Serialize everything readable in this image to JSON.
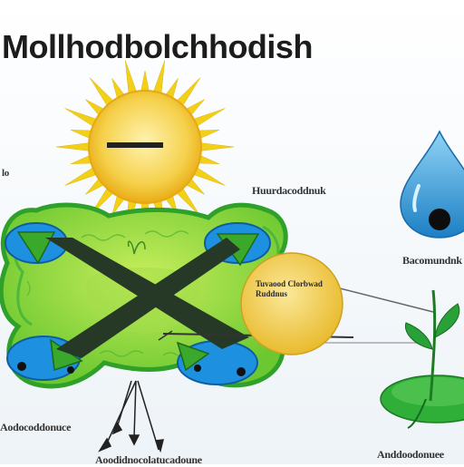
{
  "title": "Mollhodbolchhodish",
  "labels": {
    "top_center": "Huurdacoddnuk",
    "right_mid": "Bacomundnk",
    "left_edge": "lo",
    "bottom_left": "Aodocoddonuce",
    "bottom_center": "Aoodidnocolatucadoune",
    "bottom_right": "Anddoodonuee",
    "callout": "Tuvaood Clorbwad Ruddnus"
  },
  "colors": {
    "sun": "#f5c11a",
    "sun_rays": "#f2d019",
    "chloroplast": "#7fd130",
    "chloroplast_edge": "#2fa02a",
    "thylakoid": "#1e90e0",
    "water": "#2e8fd6",
    "callout": "#f3cc4a",
    "plant": "#1f9c2c",
    "arrow": "#2b3a2b"
  }
}
